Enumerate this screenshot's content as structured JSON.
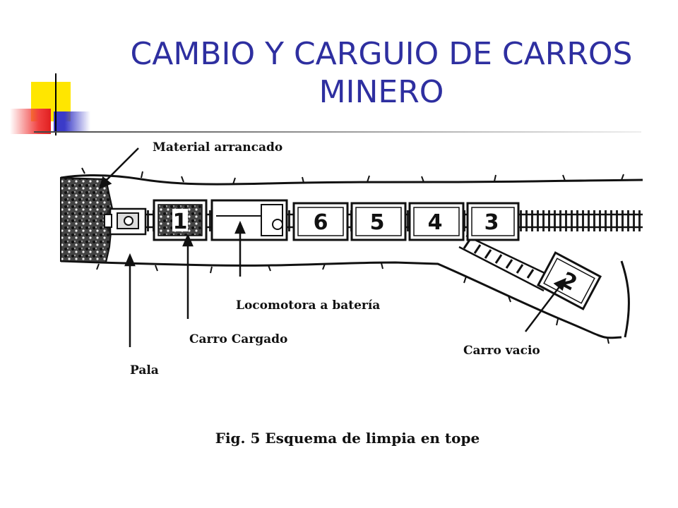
{
  "title": {
    "line1": "CAMBIO Y CARGUIO DE CARROS",
    "line2": "MINERO"
  },
  "colors": {
    "title": "#2E2FA0",
    "deco_yellow": "#FFE600",
    "deco_red": "#E02020",
    "deco_blue": "#3B3BC8"
  },
  "diagram": {
    "labels": {
      "material": "Material arrancado",
      "locomotora": "Locomotora a batería",
      "carro_cargado": "Carro Cargado",
      "pala": "Pala",
      "carro_vacio": "Carro vacio"
    },
    "cars": {
      "c1": "1",
      "c6": "6",
      "c5": "5",
      "c4": "4",
      "c3": "3",
      "c2": "2"
    },
    "caption": "Fig. 5  Esquema de limpia en tope"
  }
}
